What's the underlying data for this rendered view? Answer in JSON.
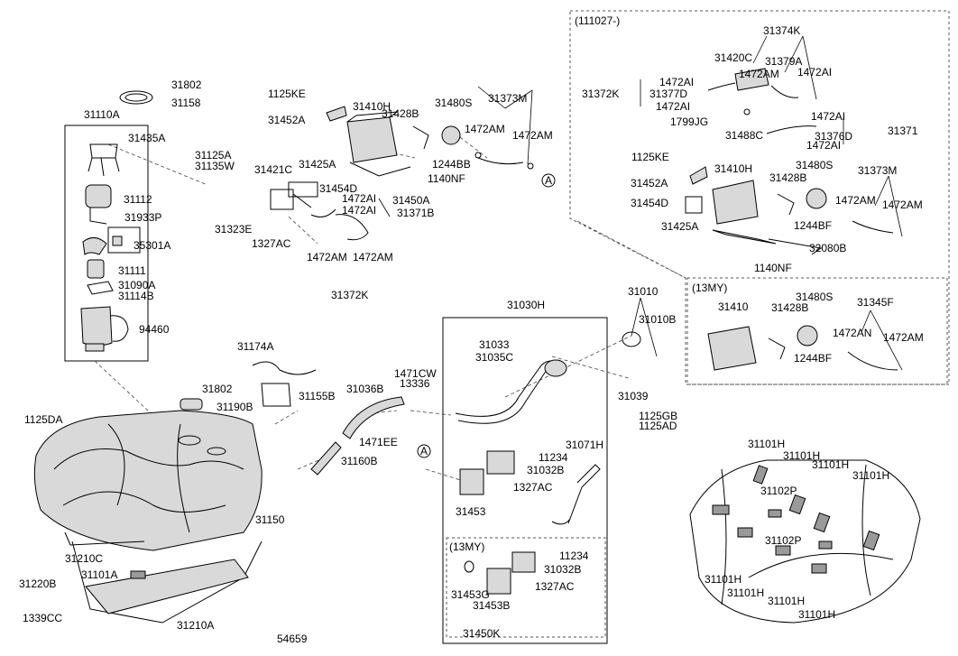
{
  "variants": {
    "v111027": "(111027-)",
    "v13my_a": "(13MY)",
    "v13my_b": "(13MY)"
  },
  "ref_marker": "A",
  "labels": {
    "l31802a": "31802",
    "l31158": "31158",
    "l31110A": "31110A",
    "l31435A": "31435A",
    "l31112": "31112",
    "l31933P": "31933P",
    "l35301A": "35301A",
    "l31111": "31111",
    "l31090A": "31090A",
    "l31114B": "31114B",
    "l94460": "94460",
    "l31125A": "31125A",
    "l31135W": "31135W",
    "l31323E": "31323E",
    "l1125KEa": "1125KE",
    "l31452Aa": "31452A",
    "l31410Ha": "31410H",
    "l31425Aa": "31425A",
    "l31421C": "31421C",
    "l31454Da": "31454D",
    "l1472AI1": "1472AI",
    "l1472AI2": "1472AI",
    "l31450A": "31450A",
    "l31371B": "31371B",
    "l1327ACa": "1327AC",
    "l1472AMa": "1472AM",
    "l1472AMb": "1472AM",
    "l31372Ka": "31372K",
    "l31428Ba": "31428B",
    "l31480Sa": "31480S",
    "l31373Ma": "31373M",
    "l1472AMc": "1472AM",
    "l1472AMd": "1472AM",
    "l1244BB": "1244BB",
    "l1140NFa": "1140NF",
    "l31374K": "31374K",
    "l31420C": "31420C",
    "l31379A": "31379A",
    "l1472AIt": "1472AI",
    "l1472AMt": "1472AM",
    "l1472AIr": "1472AI",
    "l31372Kb": "31372K",
    "l31377D": "31377D",
    "l1472AIm": "1472AI",
    "l1799JG": "1799JG",
    "l31488C": "31488C",
    "l1472AIn": "1472AI",
    "l31376D": "31376D",
    "l1472AIo": "1472AI",
    "l31371": "31371",
    "l1125KEb": "1125KE",
    "l31410Hb": "31410H",
    "l31428Bb": "31428B",
    "l31480Sb": "31480S",
    "l31373Mb": "31373M",
    "l31452Ab": "31452A",
    "l31454Db": "31454D",
    "l1472AMe": "1472AM",
    "l1472AMf": "1472AM",
    "l1244BFa": "1244BF",
    "l31425Ab": "31425A",
    "l32080B": "32080B",
    "l1140NFb": "1140NF",
    "l31410": "31410",
    "l31428Bc": "31428B",
    "l31480Sc": "31480S",
    "l31345F": "31345F",
    "l1472AN": "1472AN",
    "l1472AMg": "1472AM",
    "l1244BFb": "1244BF",
    "l31174A": "31174A",
    "l31802b": "31802",
    "l31190B": "31190B",
    "l31155B": "31155B",
    "l1125DA": "1125DA",
    "l31036B": "31036B",
    "l1471CW": "1471CW",
    "l13336": "13336",
    "l1471EE": "1471EE",
    "l31160B": "31160B",
    "l31150": "31150",
    "l31210C": "31210C",
    "l31220B": "31220B",
    "l31101Ab": "31101A",
    "l1339CC": "1339CC",
    "l31210A": "31210A",
    "l54659": "54659",
    "l31030H": "31030H",
    "l31010": "31010",
    "l31010B": "31010B",
    "l31033": "31033",
    "l31035C": "31035C",
    "l31039": "31039",
    "l1125GB": "1125GB",
    "l1125AD": "1125AD",
    "l31071H": "31071H",
    "l11234a": "11234",
    "l31032Ba": "31032B",
    "l1327ACb": "1327AC",
    "l31453": "31453",
    "l11234b": "11234",
    "l31032Bb": "31032B",
    "l1327ACc": "1327AC",
    "l31453G": "31453G",
    "l31453B": "31453B",
    "l31450K": "31450K",
    "l31101H1": "31101H",
    "l31101H2": "31101H",
    "l31101H3": "31101H",
    "l31101H4": "31101H",
    "l31102Pa": "31102P",
    "l31102Pb": "31102P",
    "l31101H5": "31101H",
    "l31101H6": "31101H",
    "l31101H7": "31101H",
    "l31101H8": "31101H"
  }
}
